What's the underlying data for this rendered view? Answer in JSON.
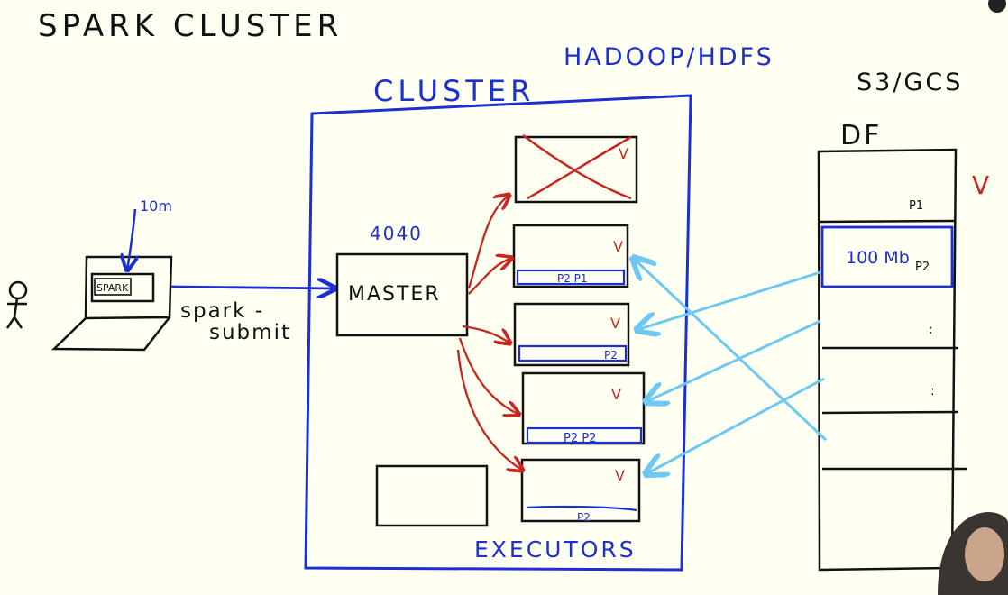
{
  "title": "SPARK CLUSTER",
  "storage_label": "HADOOP/HDFS",
  "cloud_storage_label": "S3/GCS",
  "cluster_label": "CLUSTER",
  "laptop": {
    "screen_label": "SPARK",
    "note_label": "10m"
  },
  "submit_line1": "spark -",
  "submit_line2": "submit",
  "master": {
    "label": "MASTER",
    "port_label": "4040"
  },
  "executors_label": "EXECUTORS",
  "executors": [
    {
      "partitions_label": "",
      "checked": true,
      "failed": true
    },
    {
      "partitions_label": "P2  P1",
      "checked": true,
      "failed": false
    },
    {
      "partitions_label": "P2",
      "checked": true,
      "failed": false
    },
    {
      "partitions_label": "P2  P2",
      "checked": true,
      "failed": false
    },
    {
      "partitions_label": "P2",
      "checked": true,
      "failed": false
    }
  ],
  "dataframe": {
    "label": "DF",
    "check_mark": "V",
    "row_labels": [
      "P1",
      "P2",
      ":",
      ":"
    ],
    "size_label": "100 Mb"
  },
  "check_mark": "V",
  "colors": {
    "background": "#fffff2",
    "ink_black": "#111111",
    "ink_blue": "#1c2fd0",
    "ink_red": "#c8261e",
    "ink_lightblue": "#6ec8f2"
  }
}
